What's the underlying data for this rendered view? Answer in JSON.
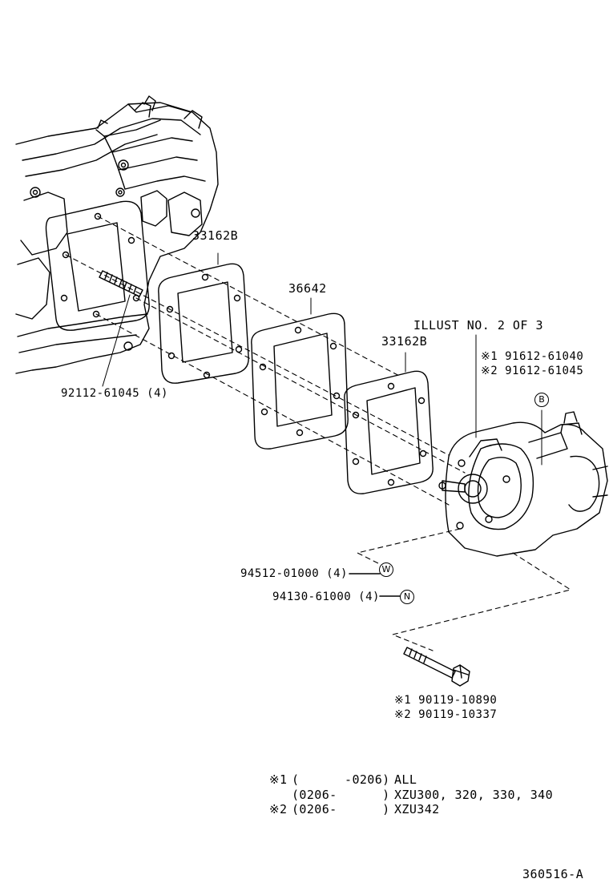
{
  "parts": {
    "gasket_upper": "33162B",
    "plate": "36642",
    "gasket_lower": "33162B",
    "stud": "92112-61045 (4)",
    "illust_ref": "ILLUST NO. 2 OF 3",
    "pump_variant_1": "※1 91612-61040",
    "pump_variant_2": "※2 91612-61045",
    "washer": "94512-01000 (4)",
    "nut": "94130-61000 (4)",
    "bolt_variant_1": "※1 90119-10890",
    "bolt_variant_2": "※2 90119-10337"
  },
  "markers": {
    "b": "B",
    "w": "W",
    "n": "N"
  },
  "applicability": {
    "row1_mark": "※1",
    "row1_range": "(      -0206)",
    "row1_models": "ALL",
    "row2_range": "(0206-      )",
    "row2_models": "XZU300, 320, 330, 340",
    "row3_mark": "※2",
    "row3_range": "(0206-      )",
    "row3_models": "XZU342"
  },
  "diagram_id": "360516-A"
}
